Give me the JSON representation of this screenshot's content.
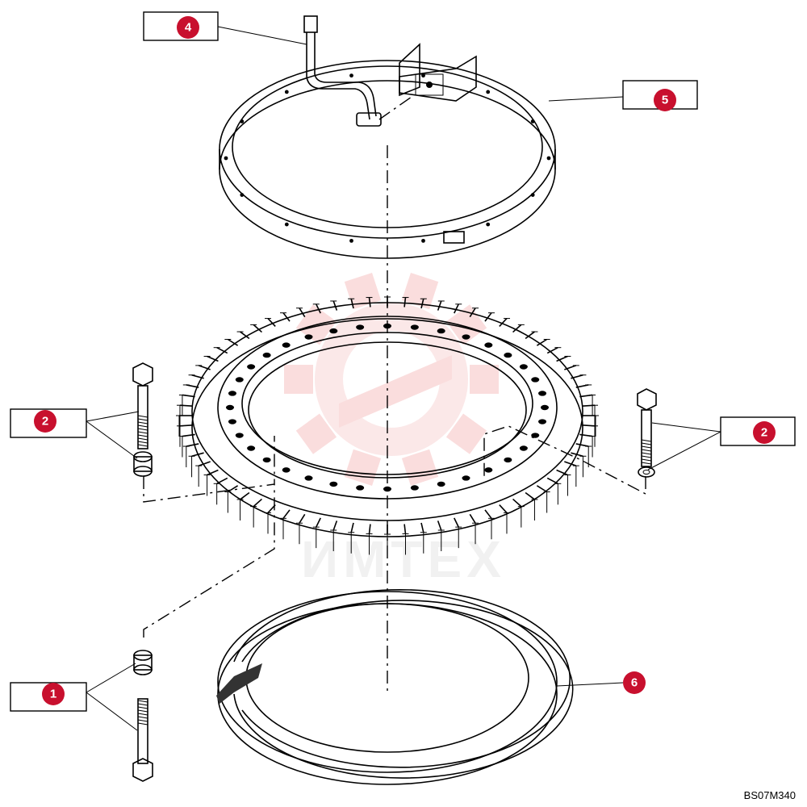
{
  "drawing_code": "BS07M340",
  "watermark": "ИМТЕХ",
  "callouts": [
    {
      "id": "callout-4",
      "number": "4"
    },
    {
      "id": "callout-5",
      "number": "5"
    },
    {
      "id": "callout-2-left",
      "number": "2"
    },
    {
      "id": "callout-2-right",
      "number": "2"
    },
    {
      "id": "callout-1",
      "number": "1"
    },
    {
      "id": "callout-6",
      "number": "6"
    }
  ],
  "colors": {
    "badge": "#c8102e",
    "watermark": "#f2c4c4"
  }
}
